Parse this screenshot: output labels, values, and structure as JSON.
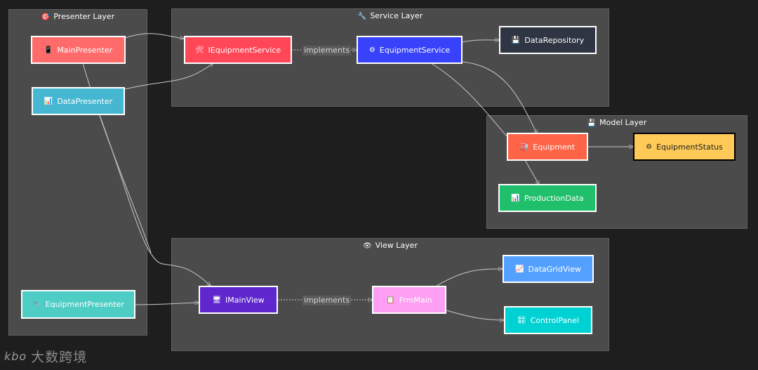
{
  "layers": {
    "presenter": {
      "icon": "🎯",
      "title": "Presenter Layer"
    },
    "service": {
      "icon": "🔧",
      "title": "Service Layer"
    },
    "model": {
      "icon": "💾",
      "title": "Model Layer"
    },
    "view": {
      "icon": "👁",
      "title": "View Layer"
    }
  },
  "nodes": {
    "main_presenter": {
      "icon": "📱",
      "label": "MainPresenter",
      "color": "#ff6b6b"
    },
    "data_presenter": {
      "icon": "📊",
      "label": "DataPresenter",
      "color": "#45b7d1"
    },
    "equipment_presenter": {
      "icon": "🔧",
      "label": "EquipmentPresenter",
      "color": "#4ecdc4"
    },
    "i_equipment_service": {
      "icon": "🛠",
      "label": "IEquipmentService",
      "color": "#ff4757"
    },
    "equipment_service": {
      "icon": "⚙",
      "label": "EquipmentService",
      "color": "#3742fa"
    },
    "data_repository": {
      "icon": "💾",
      "label": "DataRepository",
      "color": "#2f3542"
    },
    "equipment": {
      "icon": "🏭",
      "label": "Equipment",
      "color": "#ff6348"
    },
    "equipment_status": {
      "icon": "⚙",
      "label": "EquipmentStatus",
      "color": "#ffca57"
    },
    "production_data": {
      "icon": "📊",
      "label": "ProductionData",
      "color": "#20bf6b"
    },
    "i_main_view": {
      "icon": "🖥",
      "label": "IMainView",
      "color": "#5f27cd"
    },
    "frm_main": {
      "icon": "📋",
      "label": "FrmMain",
      "color": "#ff9ff3"
    },
    "data_grid_view": {
      "icon": "📈",
      "label": "DataGridView",
      "color": "#54a0ff"
    },
    "control_panel": {
      "icon": "🎛",
      "label": "ControlPanel",
      "color": "#00d2d3"
    }
  },
  "edge_labels": {
    "service_implements": "implements",
    "view_implements": "implements"
  },
  "watermark": {
    "mark": "kbo",
    "text": "大数跨境"
  }
}
